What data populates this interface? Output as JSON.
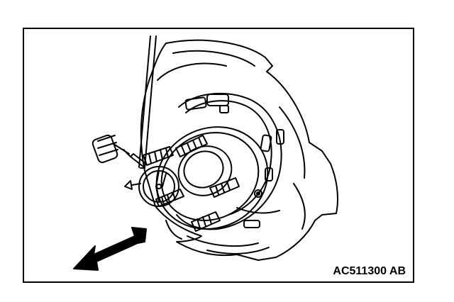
{
  "figure": {
    "code": "AC511300",
    "revision": "AB",
    "parts": {
      "dial_gauge_icon": "dial-indicator",
      "hub_icon": "wheel-hub",
      "backing_plate_icon": "brake-backing-plate",
      "movement_arrow_icon": "double-headed-arrow"
    }
  }
}
